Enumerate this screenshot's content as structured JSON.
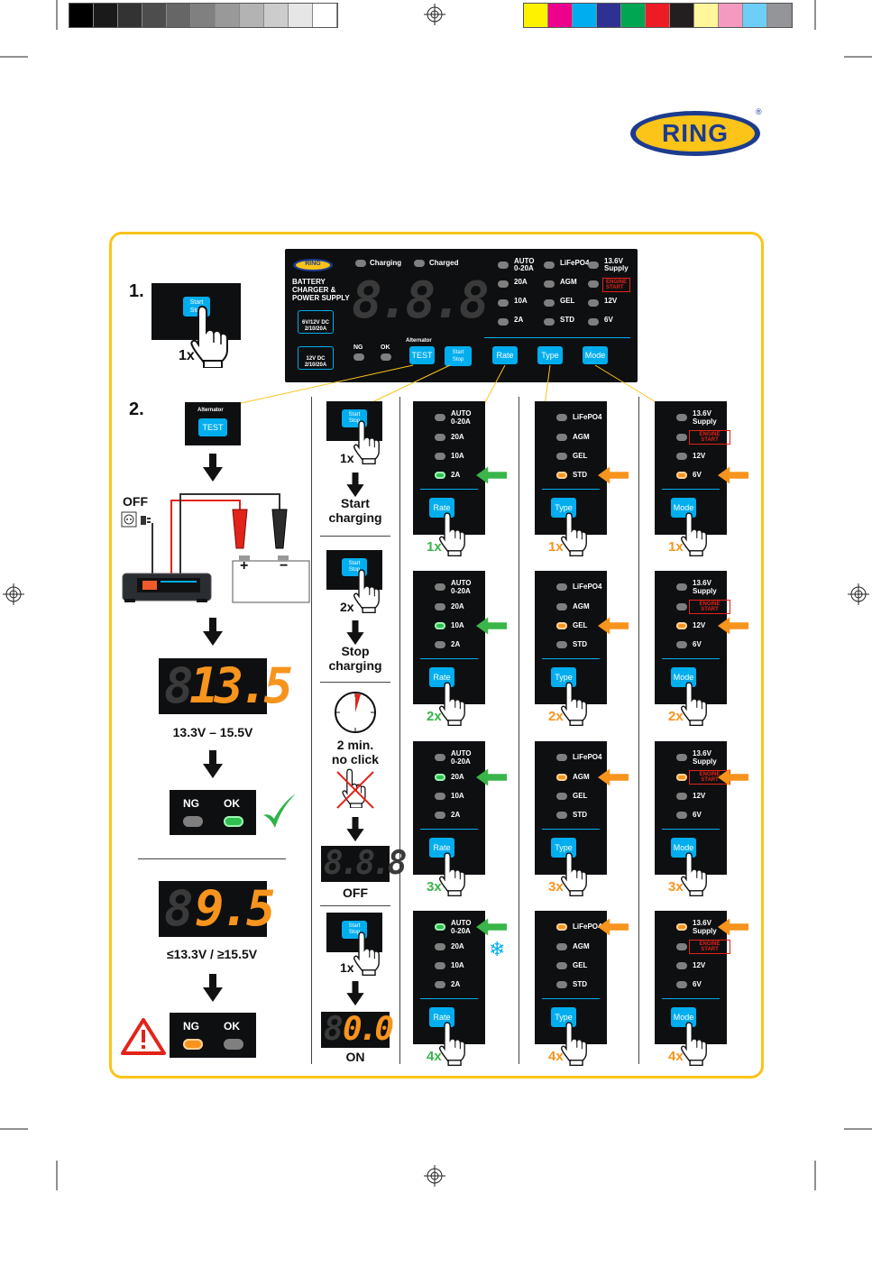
{
  "colors": {
    "accent_blue": "#00aeef",
    "frame_yellow": "#fcc419",
    "led_green": "#2fbf50",
    "led_orange": "#f7941d",
    "count_green": "#39b54a",
    "count_orange": "#f7941d",
    "warn_red": "#ed1c24"
  },
  "logo": {
    "text": "RING",
    "mark": "®"
  },
  "device": {
    "logo": "RING",
    "title": [
      "BATTERY",
      "CHARGER &",
      "POWER SUPPLY"
    ],
    "badge1": [
      "6V/12V DC",
      "2/10/20A"
    ],
    "badge2": [
      "12V DC",
      "2/10/20A"
    ],
    "charging": "Charging",
    "charged": "Charged",
    "display": "8.8.8",
    "ng": "NG",
    "ok": "OK",
    "alternator": "Alternator",
    "test": "TEST",
    "start": "Start",
    "stop": "Stop",
    "rate": "Rate",
    "type": "Type",
    "mode": "Mode",
    "rates": [
      [
        "AUTO",
        "0-20A"
      ],
      "20A",
      "10A",
      "2A"
    ],
    "types": [
      "LiFePO4",
      "AGM",
      "GEL",
      "STD"
    ],
    "modes": [
      [
        "13.6V",
        "Supply"
      ],
      [
        "ENGINE",
        "START"
      ],
      "12V",
      "6V"
    ]
  },
  "step1": {
    "number": "1.",
    "start": "Start",
    "stop": "Stop",
    "count": "1x"
  },
  "step2": {
    "number": "2.",
    "alternator": "Alternator",
    "test": "TEST",
    "off": "OFF",
    "plus": "+",
    "minus": "−",
    "reading_ok": "13.5",
    "range": "13.3V – 15.5V",
    "ng": "NG",
    "ok": "OK",
    "reading_bad": "9.5",
    "bad_range": "≤13.3V / ≥15.5V"
  },
  "startstop": {
    "start": "Start",
    "stop": "Stop",
    "c1": "1x",
    "start_charging": [
      "Start",
      "charging"
    ],
    "c2": "2x",
    "stop_charging": [
      "Stop",
      "charging"
    ],
    "timer": [
      "2 min.",
      "no click"
    ],
    "off_display": "8.8.8",
    "off": "OFF",
    "c3": "1x",
    "on_display": "0.0",
    "on": "ON"
  },
  "rate_cards": [
    {
      "active": 3,
      "count": "1x"
    },
    {
      "active": 2,
      "count": "2x"
    },
    {
      "active": 1,
      "count": "3x"
    },
    {
      "active": 0,
      "count": "4x"
    }
  ],
  "type_cards": [
    {
      "active": 3,
      "count": "1x"
    },
    {
      "active": 2,
      "count": "2x"
    },
    {
      "active": 1,
      "count": "3x"
    },
    {
      "active": 0,
      "count": "4x"
    }
  ],
  "mode_cards": [
    {
      "active": 3,
      "count": "1x"
    },
    {
      "active": 2,
      "count": "2x"
    },
    {
      "active": 1,
      "count": "3x"
    },
    {
      "active": 0,
      "count": "4x"
    }
  ],
  "registration_colors": [
    "#000000",
    "#1a1a1a",
    "#333333",
    "#4d4d4d",
    "#666666",
    "#808080",
    "#999999",
    "#b3b3b3",
    "#cccccc",
    "#e6e6e6",
    "#ffffff"
  ],
  "process_colors": [
    "#fff200",
    "#ec008c",
    "#00aeef",
    "#2e3192",
    "#00a651",
    "#ed1c24",
    "#231f20",
    "#fff799",
    "#f49ac1",
    "#6dcff6",
    "#939598"
  ]
}
